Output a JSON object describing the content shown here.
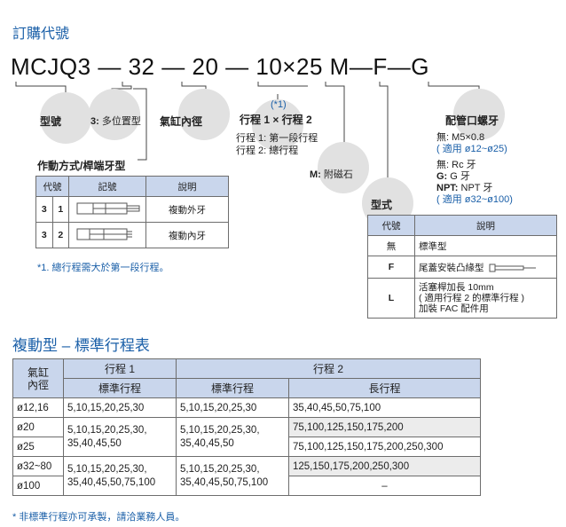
{
  "header": {
    "title": "訂購代號"
  },
  "model_code": {
    "p1": "MCJQ3",
    "dash1": "—",
    "p2": "32",
    "dash2": "—",
    "p3": "20",
    "dash3": "—",
    "p4": "10×25",
    "p5": "M",
    "dash5": "—",
    "p6": "F",
    "dash6": "—",
    "p7": "G"
  },
  "labels": {
    "model": "型號",
    "position_prefix": "3:",
    "position": "多位置型",
    "bore": "氣缸內徑",
    "note_ref": "(*1)",
    "stroke_title": "行程 1 × 行程 2",
    "stroke_line1": "行程 1: 第一段行程",
    "stroke_line2": "行程 2: 總行程",
    "magnet_prefix": "M:",
    "magnet": "附磁石",
    "port_title": "配管口螺牙",
    "port_none1": "無:",
    "port_m5": " M5×0.8",
    "port_m5_note": "( 適用 ø12~ø25)",
    "port_none2": "無:",
    "port_rc": " Rc 牙",
    "port_g_bold": "G:",
    "port_g": " G 牙",
    "port_npt_bold": "NPT:",
    "port_npt": " NPT 牙",
    "port_npt_note": "( 適用 ø32~ø100)",
    "type_title": "型式",
    "action_title": "作動方式/桿端牙型",
    "note1": "*1. 總行程需大於第一段行程。"
  },
  "action_table": {
    "headers": [
      "代號",
      "記號",
      "說明"
    ],
    "rows": [
      {
        "code_a": "3",
        "code_b": "1",
        "desc": "複動外牙"
      },
      {
        "code_a": "3",
        "code_b": "2",
        "desc": "複動內牙"
      }
    ]
  },
  "type_table": {
    "headers": [
      "代號",
      "說明"
    ],
    "rows": [
      {
        "code": "無",
        "desc": "標準型"
      },
      {
        "code": "F",
        "desc": "尾蓋安裝凸緣型"
      },
      {
        "code": "L",
        "desc1": "活塞桿加長 10mm",
        "desc2": "( 適用行程 2 的標準行程 )",
        "desc3": "加裝 FAC 配件用"
      }
    ]
  },
  "stroke_section": {
    "title": "複動型 – 標準行程表",
    "bore_header": "氣缸\n內徑",
    "stroke1_header": "行程 1",
    "stroke2_header": "行程 2",
    "sub_std1": "標準行程",
    "sub_std2": "標準行程",
    "sub_long": "長行程",
    "rows": {
      "r1_bore": "ø12,16",
      "r1_s1": "5,10,15,20,25,30",
      "r1_s2": "5,10,15,20,25,30",
      "r1_long": "35,40,45,50,75,100",
      "r2_bore": "ø20",
      "r3_bore": "ø25",
      "r23_s1a": "5,10,15,20,25,30,",
      "r23_s1b": "35,40,45,50",
      "r23_s2a": "5,10,15,20,25,30,",
      "r23_s2b": "35,40,45,50",
      "r2_long": "75,100,125,150,175,200",
      "r3_long": "75,100,125,150,175,200,250,300",
      "r4_bore": "ø32~80",
      "r5_bore": "ø100",
      "r45_s1a": "5,10,15,20,25,30,",
      "r45_s1b": "35,40,45,50,75,100",
      "r45_s2a": "5,10,15,20,25,30,",
      "r45_s2b": "35,40,45,50,75,100",
      "r4_long": "125,150,175,200,250,300",
      "r5_long": "–"
    },
    "footnote": "* 非標準行程亦可承製，請洽業務人員。"
  }
}
